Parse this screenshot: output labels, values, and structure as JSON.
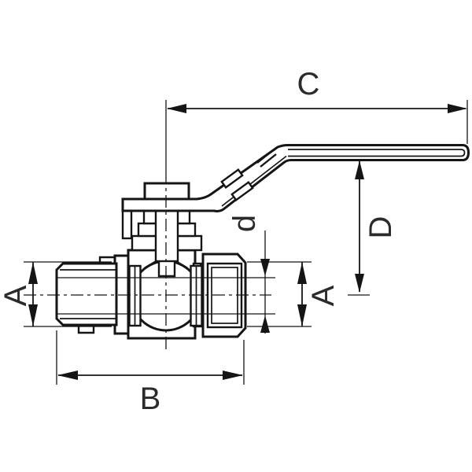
{
  "figure": {
    "kind": "technical-drawing",
    "subject": "ball valve with lever handle, side section view"
  },
  "labels": {
    "c": "C",
    "d_height": "D",
    "d_bore": "d",
    "a_left": "A",
    "a_right": "A",
    "b": "B"
  },
  "colors": {
    "background": "#ffffff",
    "line": "#151515",
    "text": "#2b2b2b"
  }
}
